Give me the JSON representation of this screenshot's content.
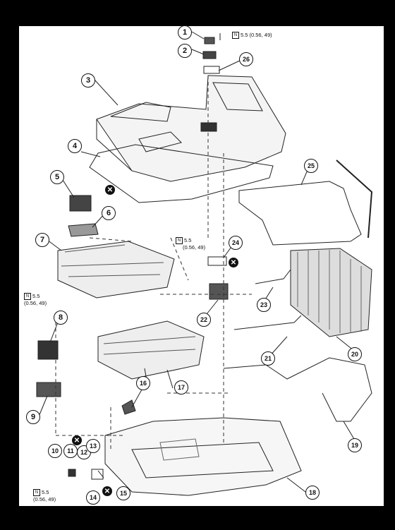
{
  "callouts": [
    {
      "n": "1"
    },
    {
      "n": "2"
    },
    {
      "n": "3"
    },
    {
      "n": "4"
    },
    {
      "n": "5"
    },
    {
      "n": "6"
    },
    {
      "n": "7"
    },
    {
      "n": "8"
    },
    {
      "n": "9"
    },
    {
      "n": "10"
    },
    {
      "n": "11"
    },
    {
      "n": "12"
    },
    {
      "n": "13"
    },
    {
      "n": "14"
    },
    {
      "n": "15"
    },
    {
      "n": "16"
    },
    {
      "n": "17"
    },
    {
      "n": "18"
    },
    {
      "n": "19"
    },
    {
      "n": "20"
    },
    {
      "n": "21"
    },
    {
      "n": "22"
    },
    {
      "n": "23"
    },
    {
      "n": "24"
    },
    {
      "n": "25"
    },
    {
      "n": "26"
    }
  ],
  "torque_specs": [
    {
      "line1": "5.5 (0.56, 49)",
      "line2": ""
    },
    {
      "line1": "5.5",
      "line2": "(0.56, 49)"
    },
    {
      "line1": "5.5",
      "line2": "(0.56, 49)"
    },
    {
      "line1": "5.5",
      "line2": "(0.56, 49)"
    }
  ],
  "symbols": {
    "torque_glyph": "N",
    "non_reusable_glyph": "✕"
  }
}
